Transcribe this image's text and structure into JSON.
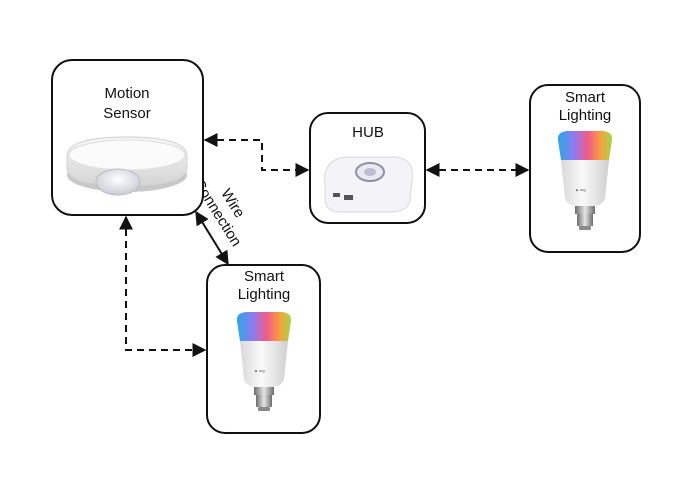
{
  "diagram": {
    "nodes": [
      {
        "id": "motion-sensor",
        "label_lines": [
          "Motion",
          "Sensor"
        ],
        "device": "ceiling-motion-sensor"
      },
      {
        "id": "hub",
        "label_lines": [
          "HUB"
        ],
        "device": "wireless-hub"
      },
      {
        "id": "smart-lighting-right",
        "label_lines": [
          "Smart",
          "Lighting"
        ],
        "device": "rgb-smart-bulb"
      },
      {
        "id": "smart-lighting-bottom",
        "label_lines": [
          "Smart",
          "Lighting"
        ],
        "device": "rgb-smart-bulb"
      }
    ],
    "edges": [
      {
        "from": "motion-sensor",
        "to": "hub",
        "style": "dashed",
        "direction": "both",
        "label": ""
      },
      {
        "from": "hub",
        "to": "smart-lighting-right",
        "style": "dashed",
        "direction": "both",
        "label": ""
      },
      {
        "from": "motion-sensor",
        "to": "smart-lighting-bottom",
        "style": "solid",
        "direction": "both",
        "label_lines": [
          "Wire",
          "Connection"
        ]
      },
      {
        "from": "motion-sensor",
        "to": "smart-lighting-bottom",
        "style": "dashed",
        "direction": "both",
        "label": ""
      }
    ],
    "colors": {
      "stroke": "#111111",
      "bulb_body": "#eeeeee",
      "bulb_base": "#9a9a9a"
    }
  },
  "labels": {
    "motion_1": "Motion",
    "motion_2": "Sensor",
    "hub": "HUB",
    "light_right_1": "Smart",
    "light_right_2": "Lighting",
    "light_bottom_1": "Smart",
    "light_bottom_2": "Lighting",
    "wire_1": "Wire",
    "wire_2": "Connection"
  }
}
